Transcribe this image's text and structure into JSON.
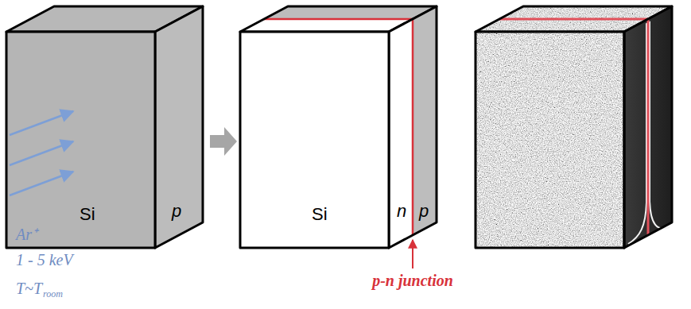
{
  "diagram": {
    "labels": [
      "Si",
      "p",
      "Ar⁺",
      "1 - 5 keV",
      "T~T",
      "room",
      "Si",
      "n",
      "p",
      "p-n junction"
    ]
  }
}
